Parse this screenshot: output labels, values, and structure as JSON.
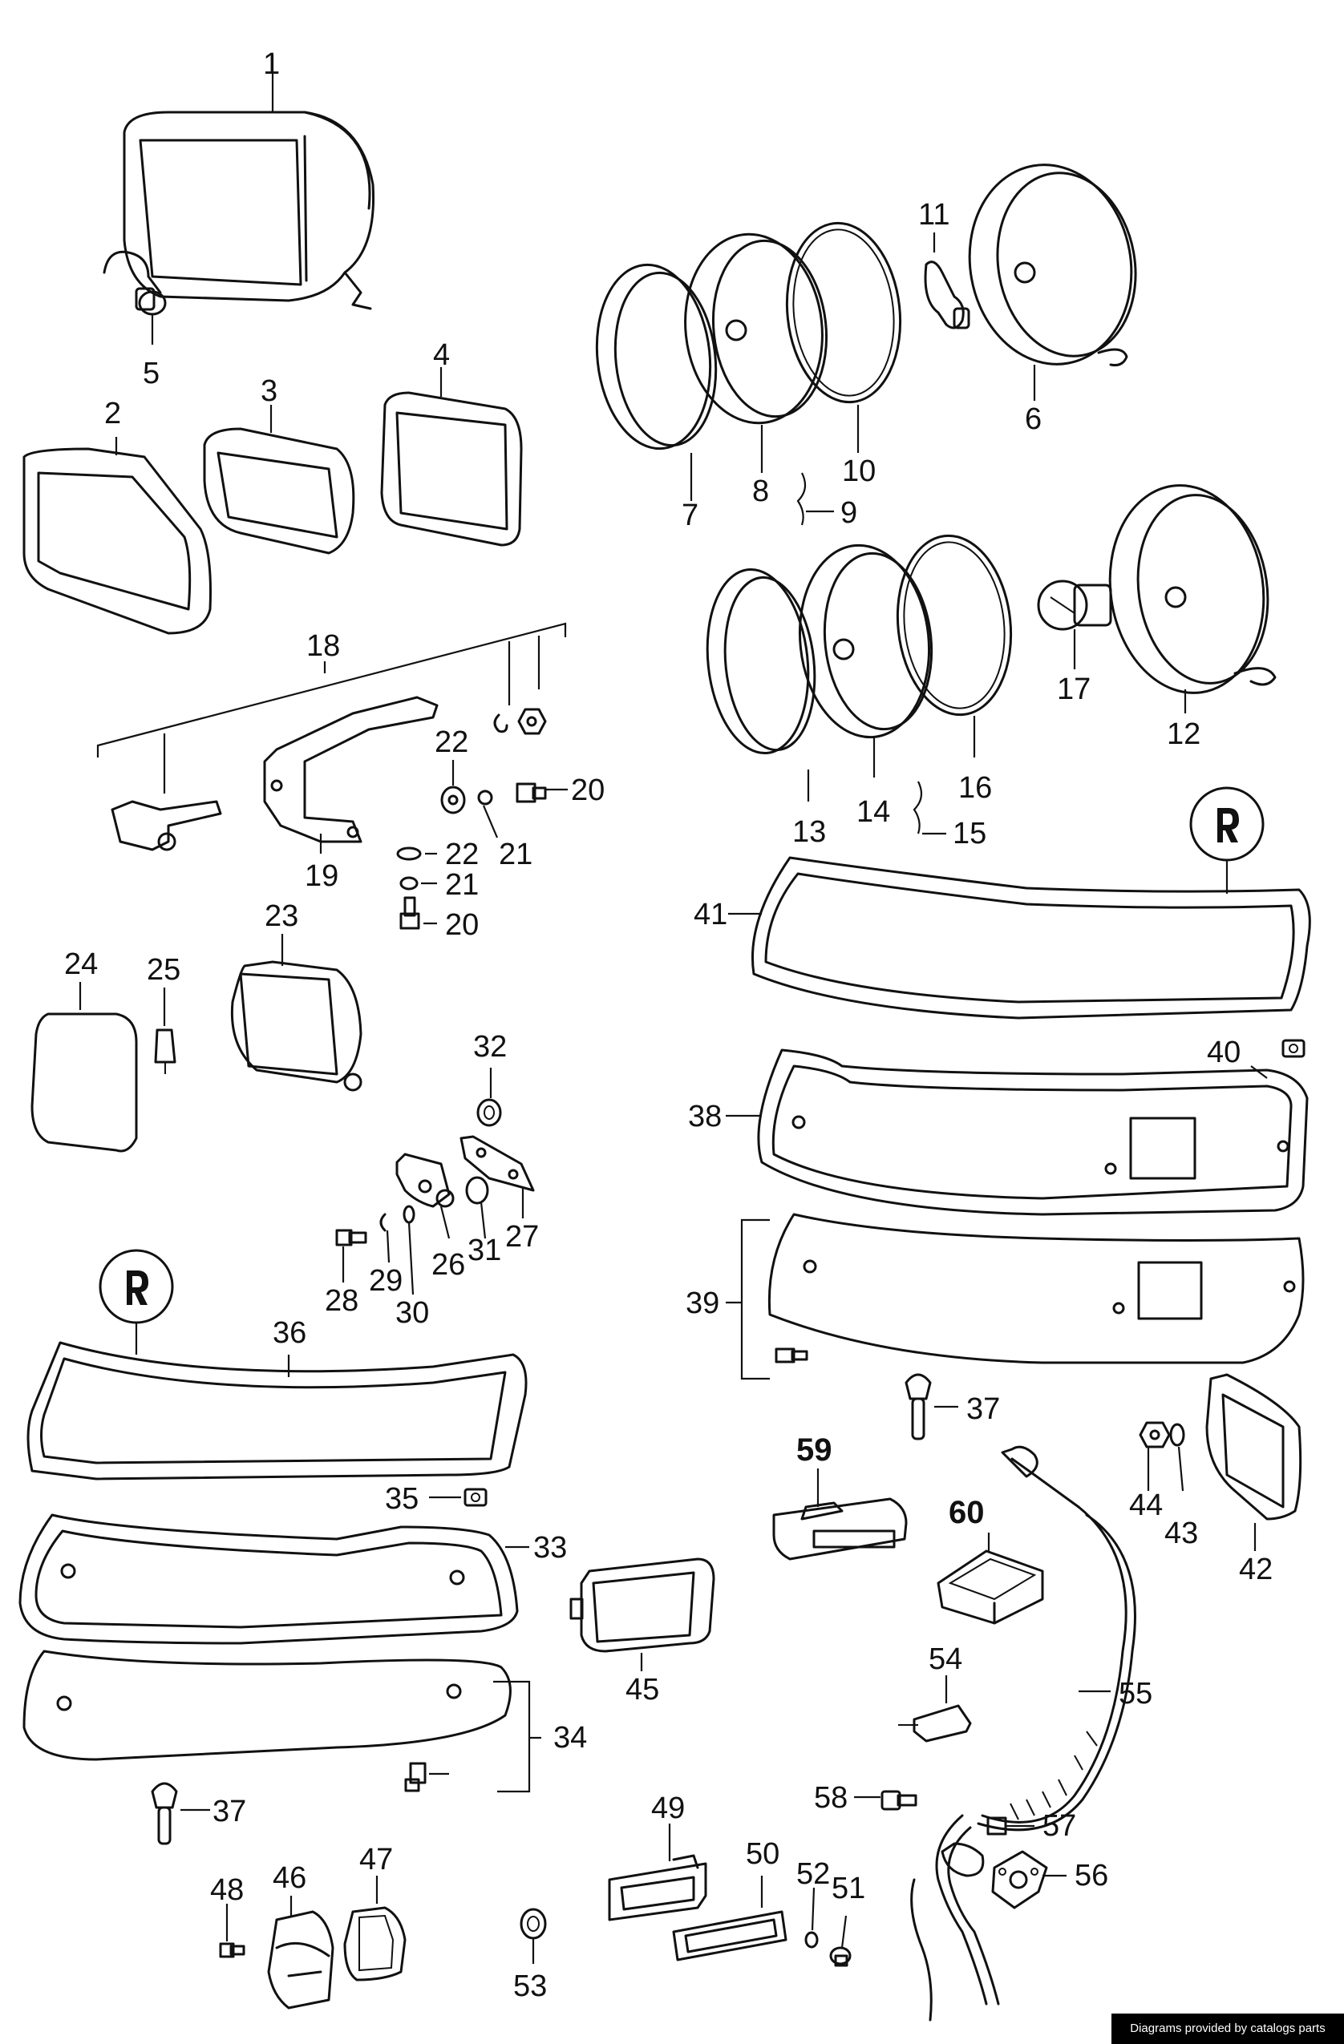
{
  "credit": "Diagrams provided by catalogs parts",
  "footer_mark": "",
  "callouts": {
    "c1": "1",
    "c2": "2",
    "c3": "3",
    "c4": "4",
    "c5": "5",
    "c6": "6",
    "c7": "7",
    "c8": "8",
    "c9": "9",
    "c10": "10",
    "c11": "11",
    "c12": "12",
    "c13": "13",
    "c14": "14",
    "c15": "15",
    "c16": "16",
    "c17": "17",
    "c18": "18",
    "c19": "19",
    "c20": "20",
    "c21": "21",
    "c22": "22",
    "c23": "23",
    "c24": "24",
    "c25": "25",
    "c26": "26",
    "c27": "27",
    "c28": "28",
    "c29": "29",
    "c30": "30",
    "c31": "31",
    "c32": "32",
    "c33": "33",
    "c34": "34",
    "c35": "35",
    "c36": "36",
    "c37": "37",
    "c38": "38",
    "c39": "39",
    "c40": "40",
    "c41": "41",
    "c42": "42",
    "c43": "43",
    "c44": "44",
    "c45": "45",
    "c46": "46",
    "c47": "47",
    "c48": "48",
    "c49": "49",
    "c50": "50",
    "c51": "51",
    "c52": "52",
    "c53": "53",
    "c54": "54",
    "c55": "55",
    "c56": "56",
    "c57": "57",
    "c58": "58",
    "c59": "59",
    "c60": "60"
  },
  "icons": {
    "direction_marker": "turn-signal-marker-icon",
    "camera_marker": "camera-icon"
  }
}
